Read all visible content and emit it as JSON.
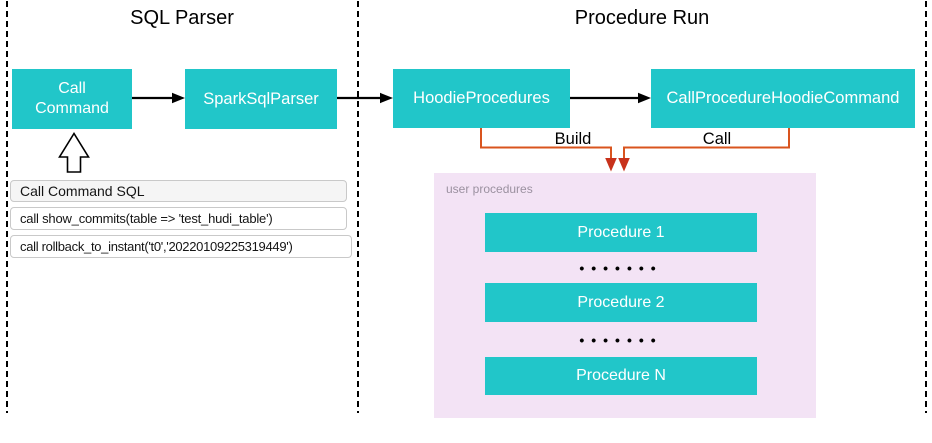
{
  "sections": {
    "sql_parser_title": "SQL Parser",
    "procedure_run_title": "Procedure Run"
  },
  "nodes": {
    "call_command": "Call Command",
    "spark_sql_parser": "SparkSqlParser",
    "hoodie_procedures": "HoodieProcedures",
    "call_procedure_hoodie_command": "CallProcedureHoodieCommand"
  },
  "edges": {
    "build_label": "Build",
    "call_label": "Call"
  },
  "sql_table": {
    "header": "Call Command SQL",
    "rows": [
      "call show_commits(table => 'test_hudi_table')",
      "call rollback_to_instant('t0','20220109225319449')"
    ]
  },
  "user_procedures": {
    "label": "user procedures",
    "items": [
      "Procedure 1",
      "Procedure 2",
      "Procedure N"
    ],
    "ellipsis": "•••••••"
  },
  "icons": {
    "up_arrow": "hollow-up-arrow"
  },
  "colors": {
    "teal": "#21C6C9",
    "orange": "#D9541E",
    "arrowhead_red": "#C8321B",
    "purple_bg": "#F3E3F5",
    "gray_label": "#9B91A0",
    "table_header_bg": "#F5F5F5",
    "table_border": "#C9C9C9"
  }
}
